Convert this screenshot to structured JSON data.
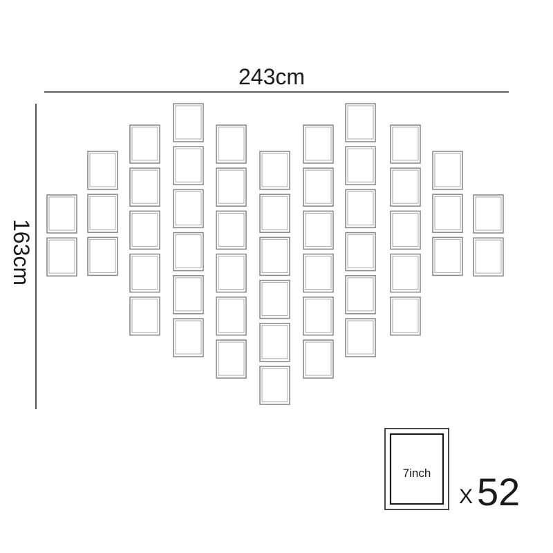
{
  "dimensions": {
    "width_label": "243cm",
    "height_label": "163cm"
  },
  "legend": {
    "frame_label": "7inch",
    "multiplier_prefix": "X",
    "count": "52"
  },
  "layout": {
    "arrangement": "heart",
    "column_frame_counts": [
      2,
      3,
      5,
      6,
      6,
      6,
      6,
      6,
      5,
      3,
      2
    ]
  },
  "colors": {
    "frame_stroke": "#8c8c8c",
    "text": "#1a1a1a"
  }
}
